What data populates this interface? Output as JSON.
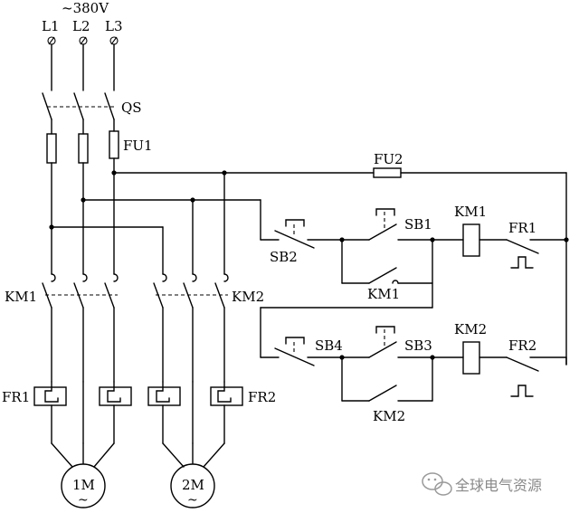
{
  "supply": {
    "voltage": "~380V",
    "phases": [
      "L1",
      "L2",
      "L3"
    ]
  },
  "labels": {
    "qs": "QS",
    "fu1": "FU1",
    "fu2": "FU2",
    "km1_main": "KM1",
    "km2_main": "KM2",
    "fr1_heater": "FR1",
    "fr2_heater": "FR2",
    "sb1": "SB1",
    "sb2": "SB2",
    "sb3": "SB3",
    "sb4": "SB4",
    "km1_coil": "KM1",
    "km2_coil": "KM2",
    "km1_aux": "KM1",
    "km2_aux": "KM2",
    "fr1_contact": "FR1",
    "fr2_contact": "FR2"
  },
  "motors": {
    "m1": "1M",
    "m2": "2M",
    "symbol": "~"
  },
  "watermark": {
    "text": "全球电气资源"
  }
}
